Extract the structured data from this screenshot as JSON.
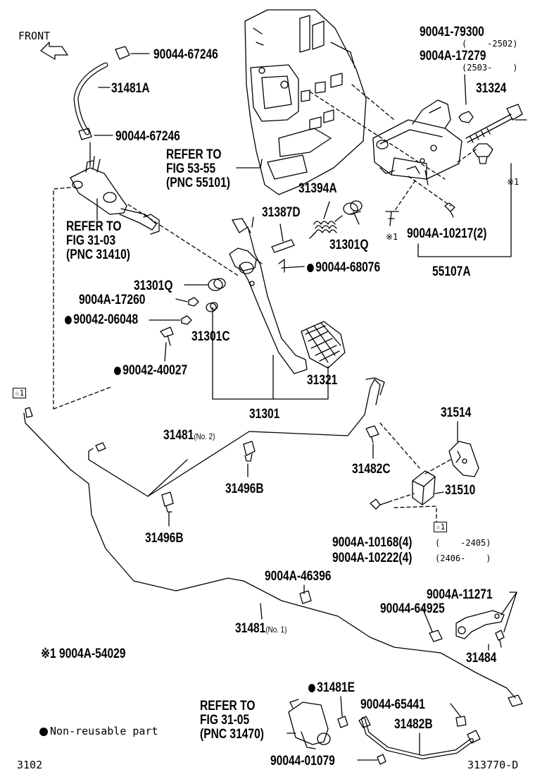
{
  "front_label": "FRONT",
  "figure_code": "3102",
  "drawing_number": "313770-D",
  "legend_note": "Non-reusable part",
  "note_x1": "※1 9004A-54029",
  "callouts": {
    "c90044_67246_a": "90044-67246",
    "c31481A": "31481A",
    "c90044_67246_b": "90044-67246",
    "c90041_79300": "90041-79300",
    "c90041_79300_range": "(    -2502)",
    "c9004A_17279": "9004A-17279",
    "c9004A_17279_range": "(2503-    )",
    "c31324": "31324",
    "refer53_l1": "REFER TO",
    "refer53_l2": "FIG 53-55",
    "refer53_l3": "(PNC 55101)",
    "c31394A": "31394A",
    "x1_mark": "※1",
    "c31387D": "31387D",
    "refer3103_l1": "REFER TO",
    "refer3103_l2": "FIG 31-03",
    "refer3103_l3": "(PNC 31410)",
    "c31301Q_a": "31301Q",
    "x1_mark_b": "※1",
    "c9004A_10217": "9004A-10217(2)",
    "c90044_68076": "90044-68076",
    "c55107A": "55107A",
    "c31301Q_b": "31301Q",
    "c9004A_17260": "9004A-17260",
    "c90042_06048": "90042-06048",
    "c31301C": "31301C",
    "c90042_40027": "90042-40027",
    "c31321": "31321",
    "star1_a": "☆1",
    "c31301": "31301",
    "c31514": "31514",
    "c31481_no2": "31481",
    "c31481_no2_sub": "(No. 2)",
    "c31482C": "31482C",
    "c31496B_a": "31496B",
    "c31510": "31510",
    "c31496B_b": "31496B",
    "star1_b": "☆1",
    "c9004A_10168": "9004A-10168(4)",
    "c9004A_10168_range": "(    -2405)",
    "c9004A_10222": "9004A-10222(4)",
    "c9004A_10222_range": "(2406-    )",
    "c9004A_46396": "9004A-46396",
    "c9004A_11271": "9004A-11271",
    "c90044_64925": "90044-64925",
    "c31481_no1": "31481",
    "c31481_no1_sub": "(No. 1)",
    "c31484": "31484",
    "c31481E": "31481E",
    "refer3105_l1": "REFER TO",
    "refer3105_l2": "FIG 31-05",
    "refer3105_l3": "(PNC 31470)",
    "c90044_65441": "90044-65441",
    "c31482B": "31482B",
    "c90044_01079": "90044-01079"
  }
}
